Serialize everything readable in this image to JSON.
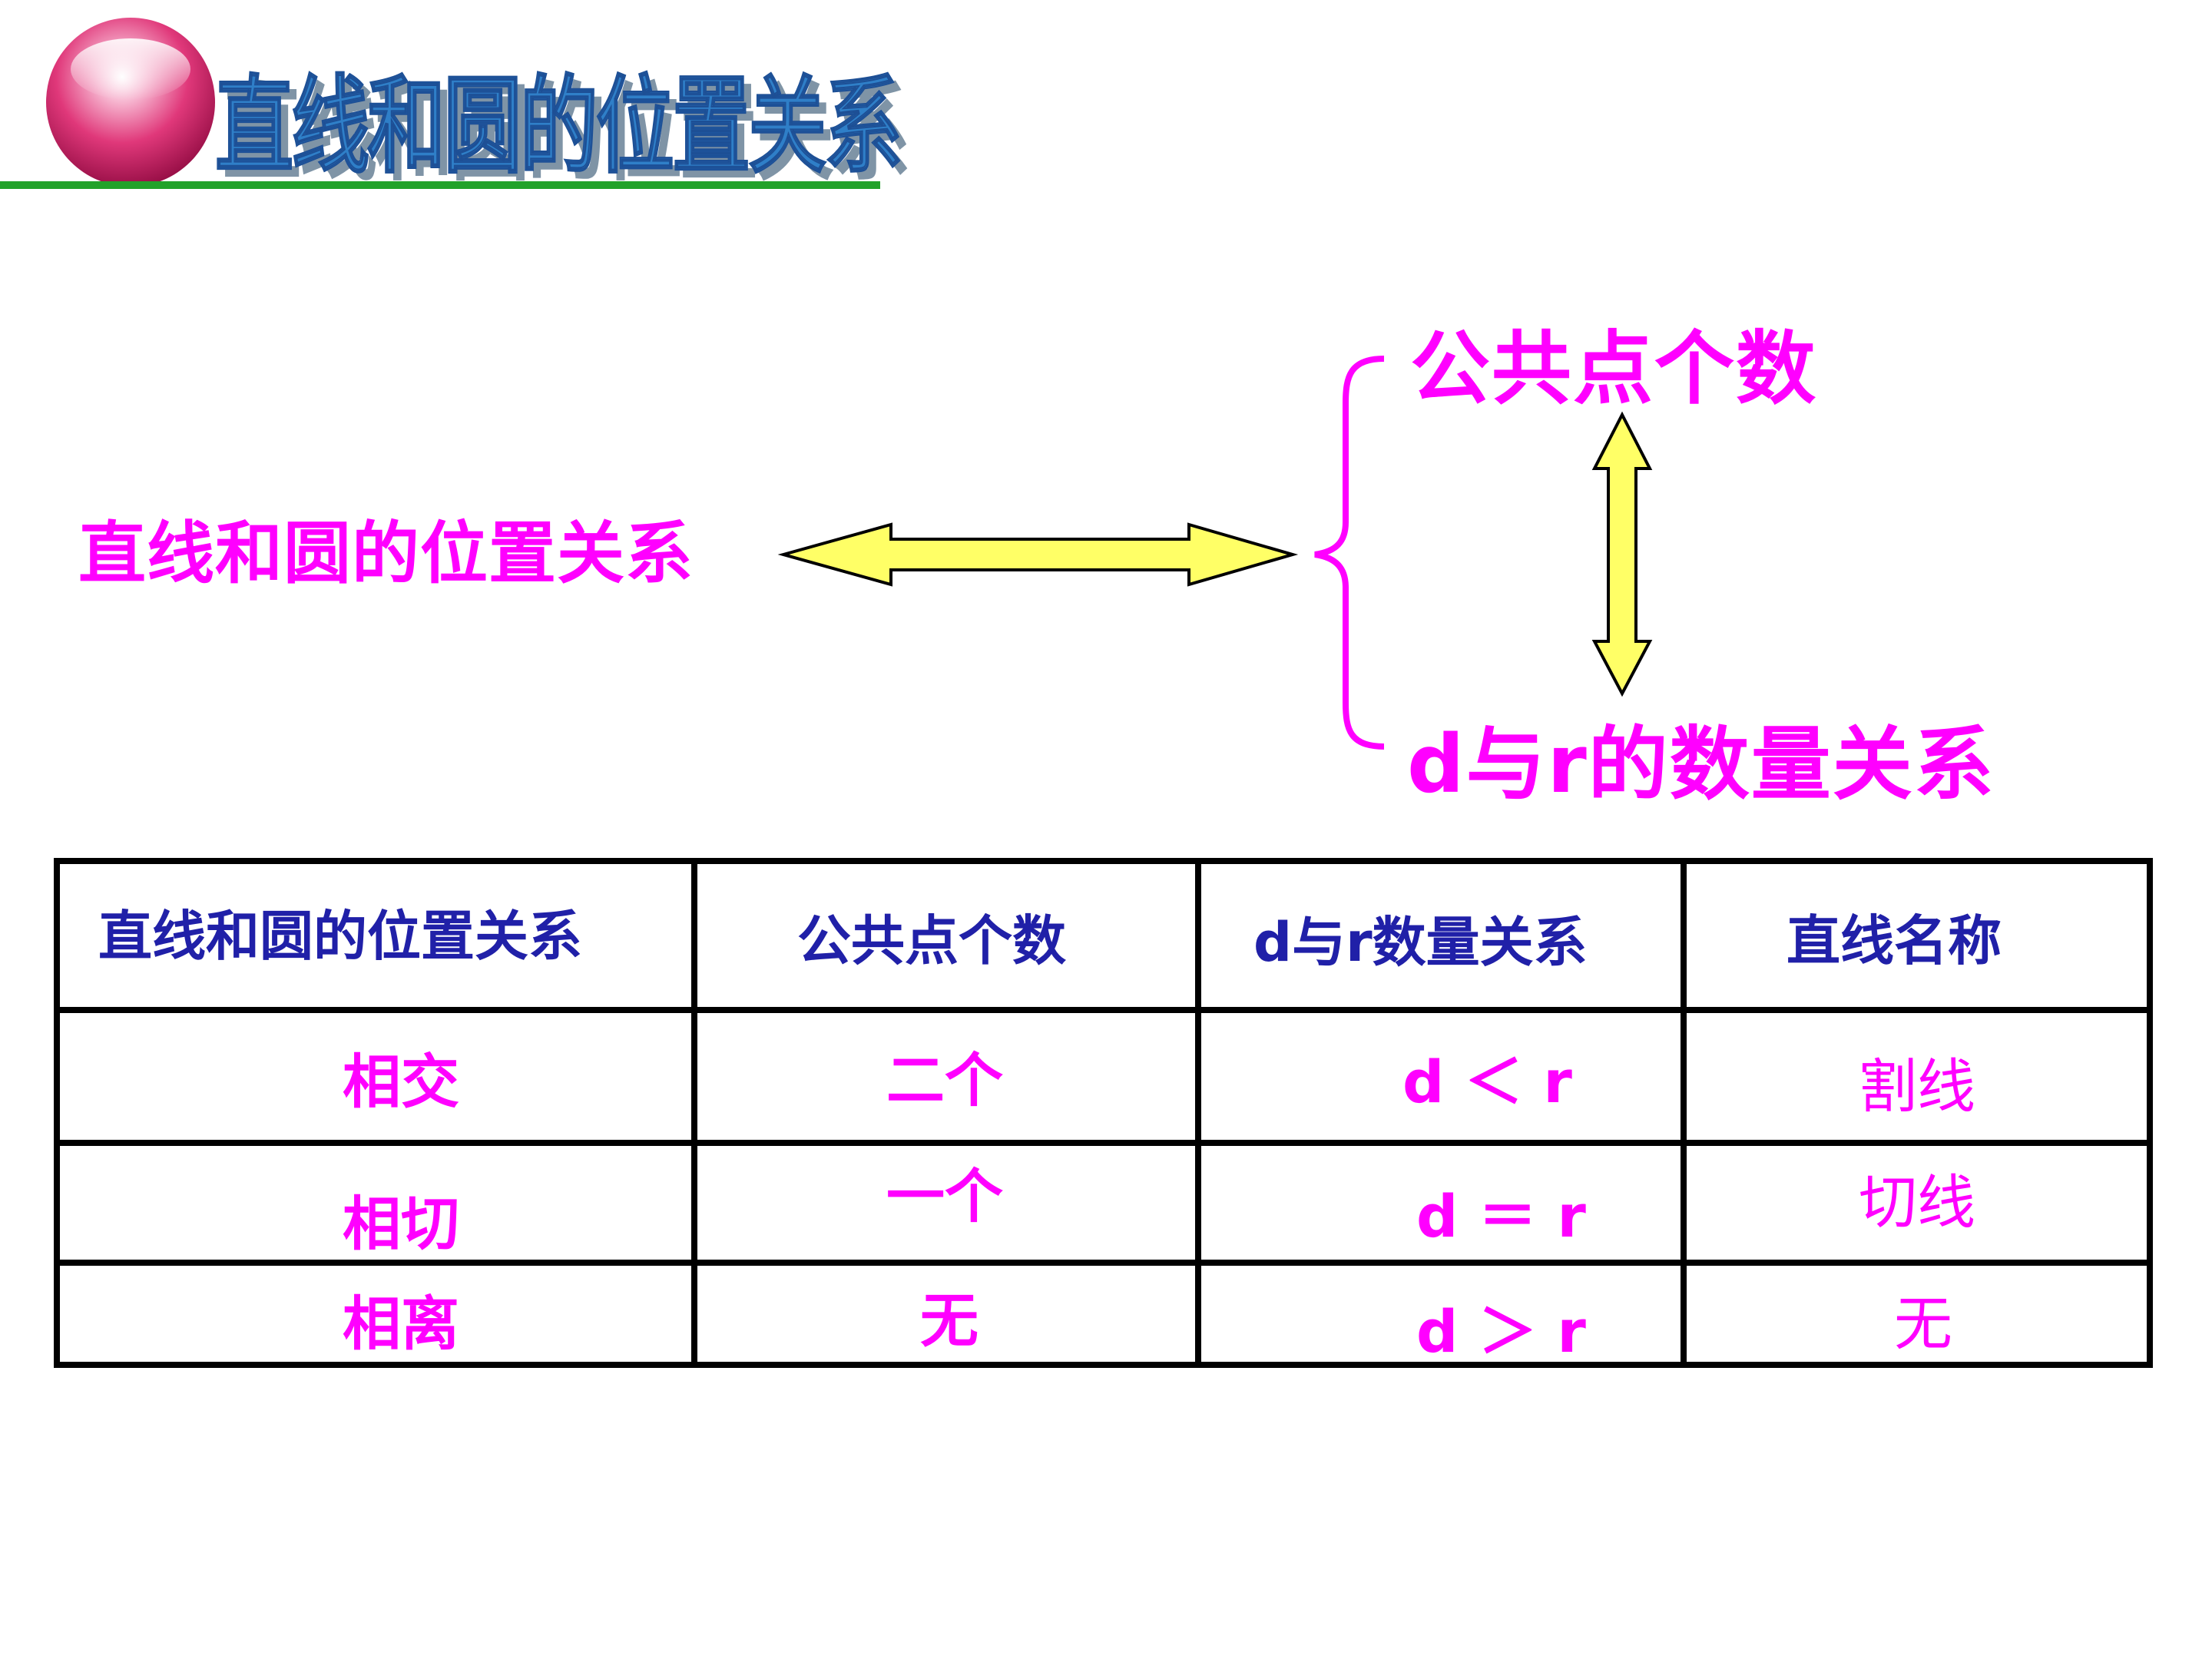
{
  "header": {
    "title": "直线和圆的位置关系",
    "colors": {
      "title": "#2f7fc8",
      "underline": "#22a22a",
      "ball": "#e0387a"
    }
  },
  "diagram": {
    "left_label": "直线和圆的位置关系",
    "top_right_label": "公共点个数",
    "bottom_right_label": "d与r的数量关系",
    "colors": {
      "label": "#ff00ff",
      "arrow_fill": "#ffff66",
      "arrow_stroke": "#000000"
    }
  },
  "table": {
    "headers": [
      "直线和圆的位置关系",
      "公共点个数",
      "d与r数量关系",
      "直线名称"
    ],
    "rows": [
      [
        "相交",
        "二个",
        "d ＜ r",
        "割线"
      ],
      [
        "相切",
        "一个",
        "d ＝ r",
        "切线"
      ],
      [
        "相离",
        "无",
        "d ＞ r",
        "无"
      ]
    ],
    "colors": {
      "header_text": "#2020a8",
      "cell_text": "#ff00ff"
    }
  }
}
